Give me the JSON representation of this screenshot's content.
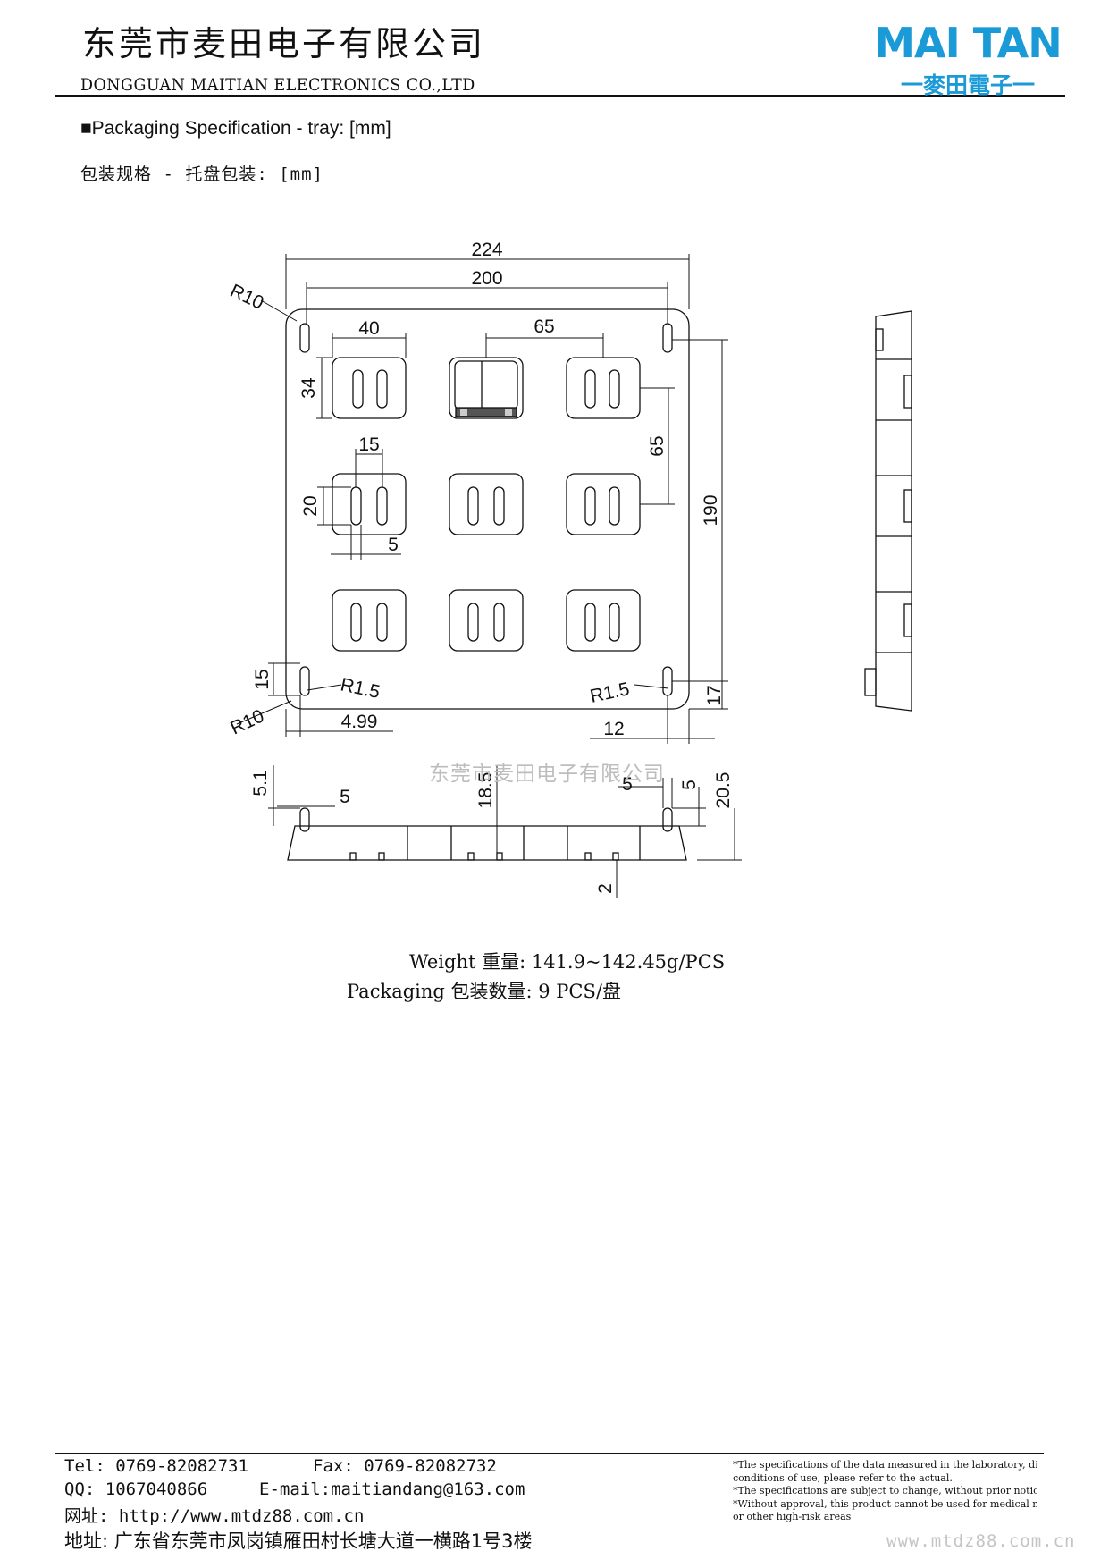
{
  "header": {
    "company_cn": "东莞市麦田电子有限公司",
    "company_en": "DONGGUAN MAITIAN ELECTRONICS CO.,LTD",
    "logo_text": "MAI TAN",
    "logo_subtext": "一麥田電子一",
    "brand_color": "#1a9ad6"
  },
  "section": {
    "title_en": "■Packaging Specification - tray: [mm]",
    "title_cn": "包装规格 - 托盘包装: [mm]"
  },
  "drawing": {
    "dim_top_overall": "224",
    "dim_top_inner": "200",
    "dim_r10_top": "R10",
    "dim_pocket_w": "40",
    "dim_pitch_x": "65",
    "dim_pocket_h": "34",
    "dim_pitch_y": "65",
    "dim_slot_pitch": "15",
    "dim_slot_h": "20",
    "dim_slot_w": "5",
    "dim_hole_pitch_y": "190",
    "dim_15": "15",
    "dim_r15_left": "R1.5",
    "dim_r15_right": "R1.5",
    "dim_r10_bottom": "R10",
    "dim_499": "4.99",
    "dim_12": "12",
    "dim_17": "17",
    "side_dim_51": "5.1",
    "side_dim_5a": "5",
    "side_dim_185": "18.5",
    "side_dim_5b": "5",
    "side_dim_5c": "5",
    "side_dim_205": "20.5",
    "side_dim_2": "2"
  },
  "watermark": "东莞市麦田电子有限公司",
  "spec": {
    "weight": "Weight  重量: 141.9~142.45g/PCS",
    "packaging": "Packaging  包装数量: 9 PCS/盘"
  },
  "footer": {
    "tel": "Tel: 0769-82082731",
    "fax": "Fax: 0769-82082732",
    "qq": "QQ: 1067040866",
    "email": "E-mail:maitiandang@163.com",
    "web": "网址: http://www.mtdz88.com.cn",
    "address": "地址: 广东省东莞市凤岗镇雁田村长塘大道一横路1号3楼",
    "notes": [
      "*The specifications of the data measured in the laboratory, differen",
      "conditions of use, please refer to the actual.",
      "*The specifications are subject to change, without prior notice.",
      "*Without approval, this product cannot be used for medical militar",
      "or other high-risk areas"
    ],
    "site": "www.mtdz88.com.cn"
  }
}
